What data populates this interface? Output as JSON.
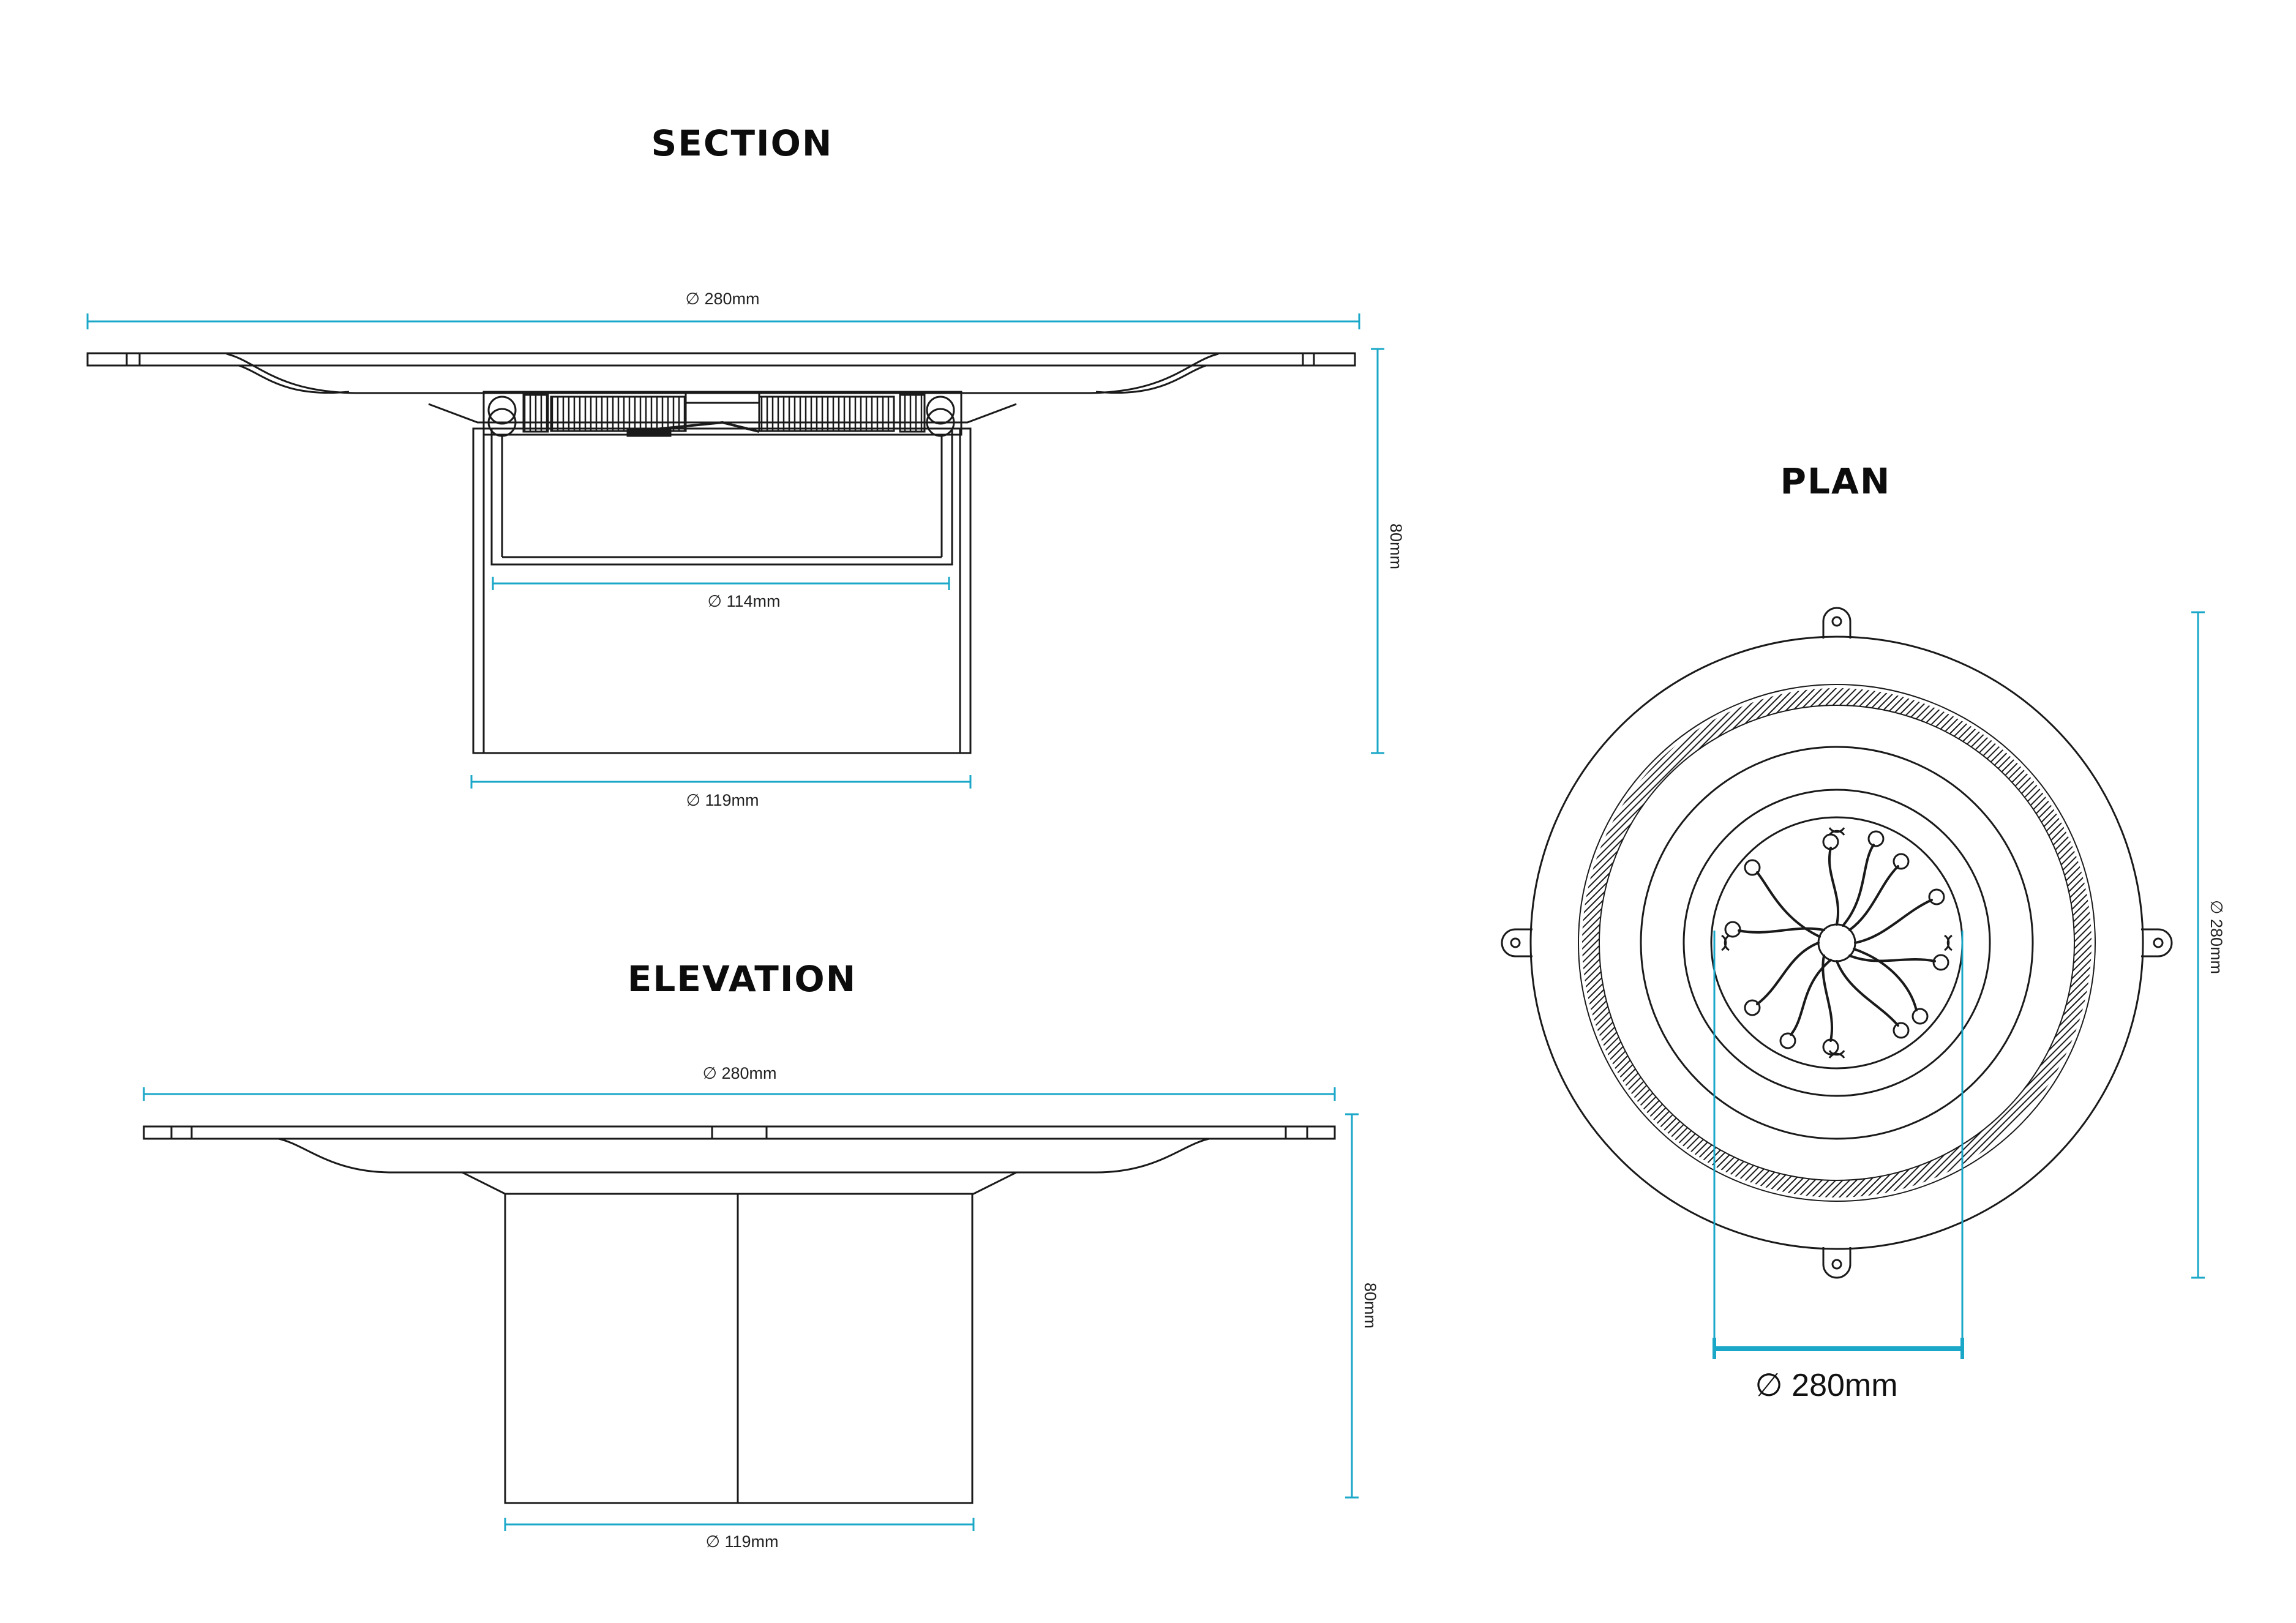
{
  "section": {
    "title": "SECTION",
    "dim_top": "∅ 280mm",
    "dim_inner": "∅ 114mm",
    "dim_bottom": "∅ 119mm",
    "dim_height": "80mm"
  },
  "elevation": {
    "title": "ELEVATION",
    "dim_top": "∅ 280mm",
    "dim_bottom": "∅ 119mm",
    "dim_height": "80mm"
  },
  "plan": {
    "title": "PLAN",
    "dim_vertical": "∅ 280mm",
    "dim_bottom": "∅ 280mm"
  },
  "colors": {
    "line": "#1a1a1a",
    "dimension": "#1aa7c8"
  }
}
